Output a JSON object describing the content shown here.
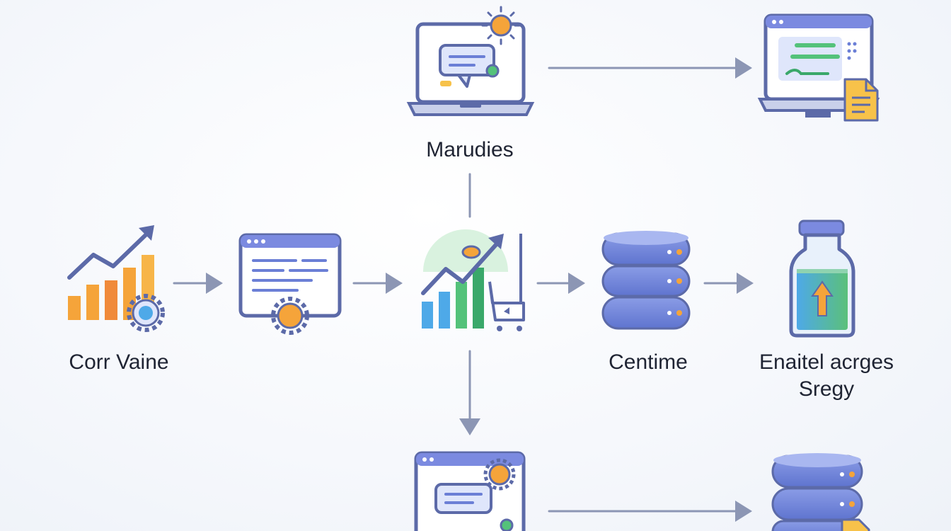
{
  "labels": {
    "marudies": "Marudies",
    "corr_vaine": "Corr Vaine",
    "centime": "Centime",
    "enaitel_line1": "Enaitel acrges",
    "enaitel_line2": "Sregy"
  },
  "colors": {
    "background": "#f4f6fa",
    "arrow": "#8c96b4",
    "outline": "#5c6aa8",
    "accent_blue": "#6b7fd6",
    "db_blue": "#7388d8",
    "orange": "#f5a43a",
    "green": "#54c27a",
    "yellow": "#f7c24a",
    "text": "#1f2433"
  },
  "icons": [
    "laptop-chat-icon",
    "monitor-document-icon",
    "growth-chart-gear-icon",
    "browser-window-gear-icon",
    "growth-chart-cart-icon",
    "database-icon",
    "bottle-upload-icon",
    "browser-chat-gear-icon",
    "database-document-icon"
  ]
}
